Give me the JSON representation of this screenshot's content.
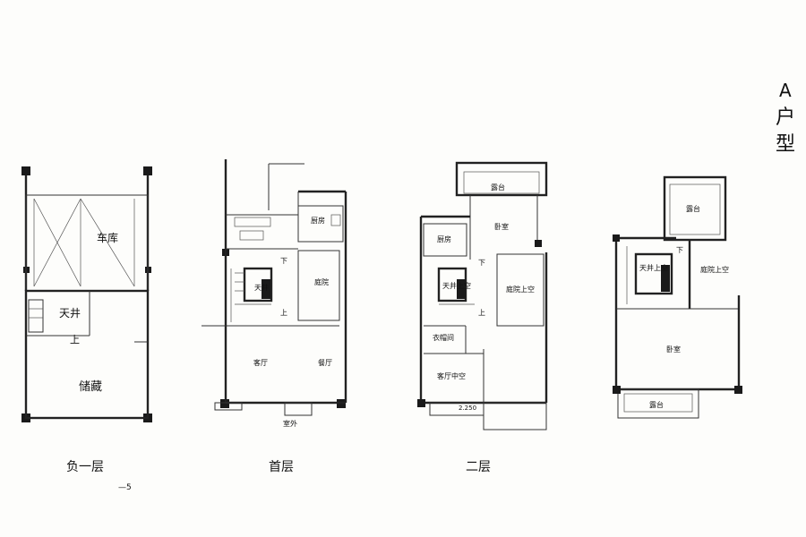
{
  "title": {
    "line1": "A",
    "line2": "户",
    "line3": "型"
  },
  "floors": [
    {
      "name": "负一层",
      "rooms": [
        "车库",
        "天井",
        "上",
        "储藏"
      ]
    },
    {
      "name": "首层",
      "rooms": [
        "厨房",
        "天井",
        "下",
        "上",
        "庭院",
        "客厅",
        "餐厅",
        "室外"
      ]
    },
    {
      "name": "二层",
      "rooms": [
        "露台",
        "卧室",
        "厨房",
        "天井上空",
        "下",
        "上",
        "庭院上空",
        "衣帽间",
        "客厅中空",
        "2.250"
      ]
    },
    {
      "name": "",
      "rooms": [
        "露台",
        "天井上空",
        "下",
        "庭院上空",
        "卧室",
        "露台"
      ]
    }
  ],
  "page_note": "—5"
}
